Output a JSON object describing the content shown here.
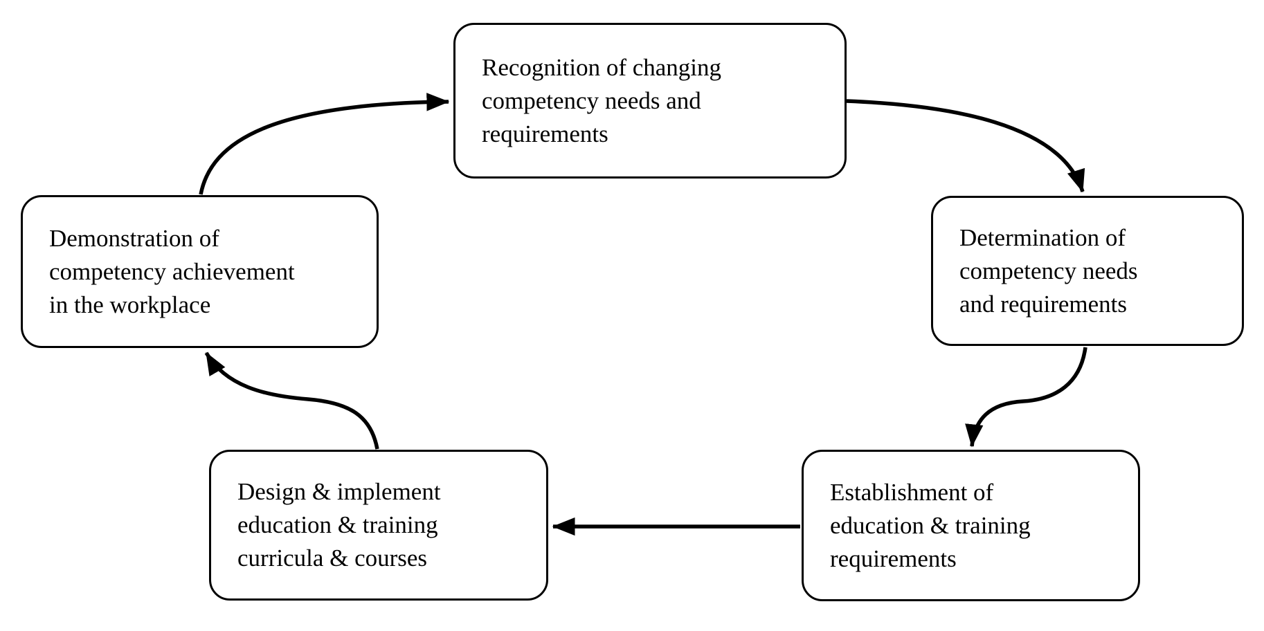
{
  "diagram": {
    "type": "cycle",
    "background_color": "#ffffff",
    "line_color": "#000000",
    "nodes": [
      {
        "id": "recognition",
        "label": "Recognition of changing\ncompetency needs and\nrequirements",
        "position": "top-center"
      },
      {
        "id": "determination",
        "label": "Determination of\ncompetency needs\nand requirements",
        "position": "right"
      },
      {
        "id": "establishment",
        "label": "Establishment of\neducation & training\nrequirements",
        "position": "bottom-right"
      },
      {
        "id": "design",
        "label": "Design & implement\neducation & training\ncurricula & courses",
        "position": "bottom-left"
      },
      {
        "id": "demonstration",
        "label": "Demonstration of\ncompetency achievement\nin the workplace",
        "position": "left"
      }
    ],
    "edges": [
      {
        "from": "demonstration",
        "to": "recognition",
        "style": "arc"
      },
      {
        "from": "recognition",
        "to": "determination",
        "style": "arc"
      },
      {
        "from": "determination",
        "to": "establishment",
        "style": "s-curve"
      },
      {
        "from": "establishment",
        "to": "design",
        "style": "straight"
      },
      {
        "from": "design",
        "to": "demonstration",
        "style": "s-curve"
      }
    ]
  }
}
